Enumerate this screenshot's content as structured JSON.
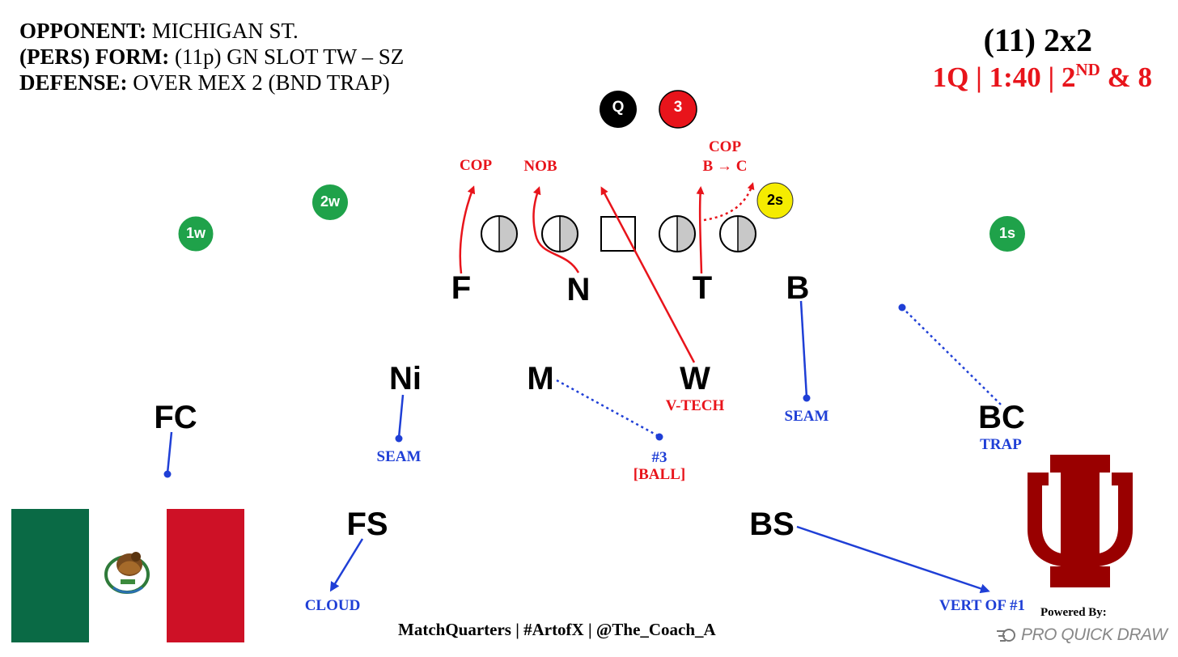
{
  "header": {
    "opponent_label": "OPPONENT:",
    "opponent": "MICHIGAN ST.",
    "formation_label": "(PERS) FORM:",
    "formation": "(11p) GN SLOT TW – SZ",
    "defense_label": "DEFENSE:",
    "defense": "OVER MEX 2 (BND TRAP)"
  },
  "situation": {
    "coverage": "(11) 2x2",
    "quarter": "1Q",
    "clock": "1:40",
    "down": "2",
    "down_suffix": "ND",
    "distance": "& 8",
    "sep": "|"
  },
  "offense": {
    "qb": "Q",
    "rb": "3",
    "receivers": [
      "1w",
      "2w",
      "2s",
      "1s"
    ]
  },
  "defense_players": {
    "F": "F",
    "N": "N",
    "T": "T",
    "B": "B",
    "Ni": "Ni",
    "M": "M",
    "W": "W",
    "FC": "FC",
    "BC": "BC",
    "FS": "FS",
    "BS": "BS"
  },
  "assignments": {
    "f_rush": "COP",
    "n_rush": "NOB",
    "t_rush_1": "COP",
    "t_rush_2": "B → C",
    "w": "V-TECH",
    "b": "SEAM",
    "ni": "SEAM",
    "m_1": "#3",
    "m_2": "[BALL]",
    "bc": "TRAP",
    "fs": "CLOUD",
    "bs": "VERT OF #1"
  },
  "footer": {
    "credits": "MatchQuarters | #ArtofX | @The_Coach_A",
    "powered_by": "Powered By:",
    "brand": "PRO QUICK DRAW"
  },
  "colors": {
    "rush": "#e8141b",
    "coverage": "#1f3fd6",
    "receiver_green": "#1fa24a",
    "receiver_yellow": "#f5ec00",
    "flag_green": "#0a6a45",
    "flag_red": "#ce1126",
    "iu_crimson": "#990000"
  }
}
